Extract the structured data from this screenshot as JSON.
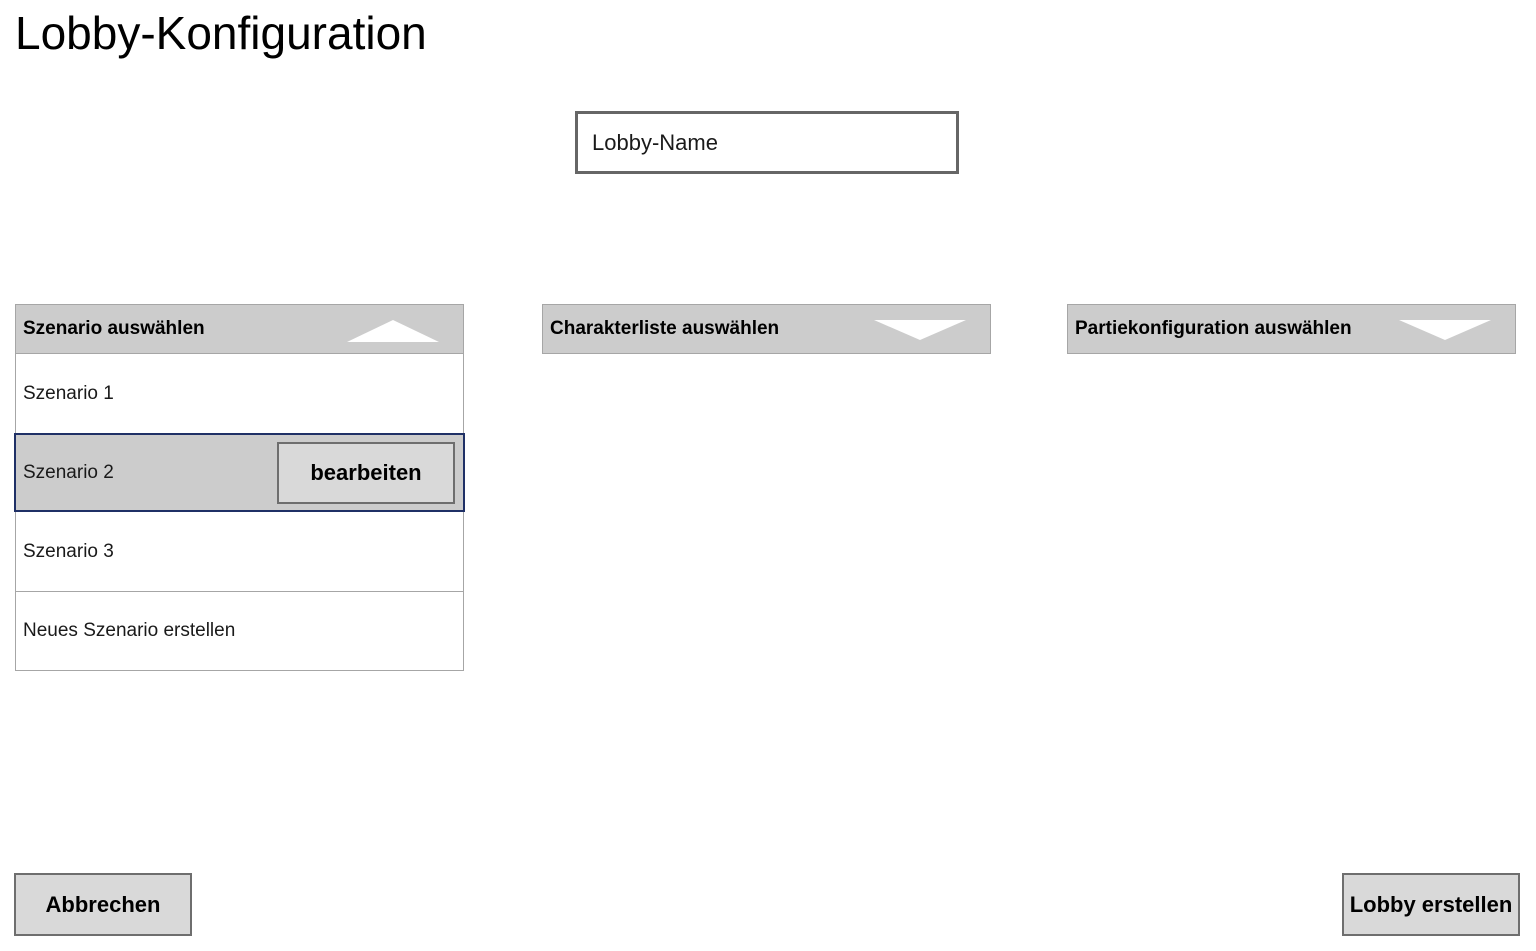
{
  "page": {
    "title": "Lobby-Konfiguration"
  },
  "lobby_name": {
    "placeholder": "Lobby-Name",
    "value": ""
  },
  "scenario_dropdown": {
    "title": "Szenario auswählen",
    "state": "expanded",
    "arrow_icon": "triangle-up-icon",
    "items": [
      {
        "label": "Szenario 1"
      },
      {
        "label": "Szenario 2",
        "selected": true,
        "action_label": "bearbeiten"
      },
      {
        "label": "Szenario 3"
      },
      {
        "label": "Neues Szenario erstellen"
      }
    ]
  },
  "character_dropdown": {
    "title": "Charakterliste auswählen",
    "state": "collapsed",
    "arrow_icon": "triangle-down-icon"
  },
  "match_config_dropdown": {
    "title": "Partiekonfiguration auswählen",
    "state": "collapsed",
    "arrow_icon": "triangle-down-icon"
  },
  "footer": {
    "cancel_label": "Abbrechen",
    "create_label": "Lobby erstellen"
  },
  "colors": {
    "header_bg": "#cccccc",
    "selected_border": "#1f3066",
    "button_bg": "#d9d9d9",
    "button_border": "#6e6e6e"
  }
}
